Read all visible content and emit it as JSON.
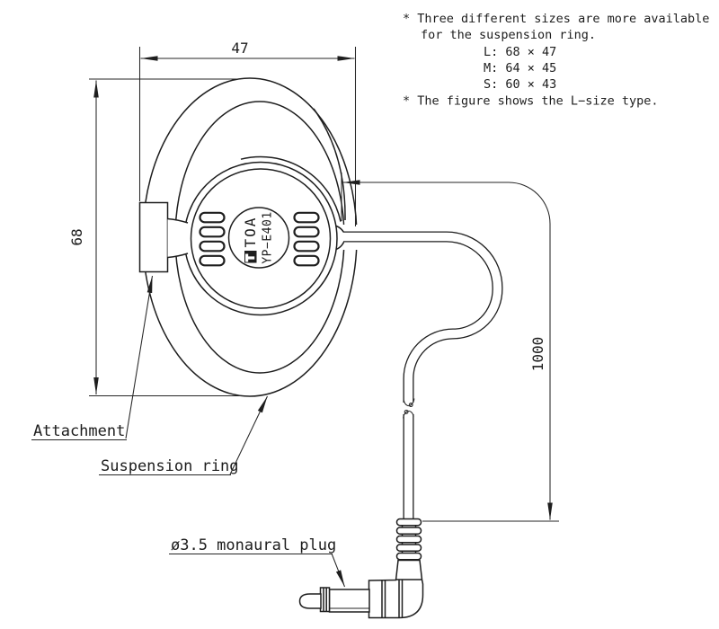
{
  "notes": {
    "lines": [
      "* Three different sizes are more available",
      "for the suspension ring.",
      "L: 68 × 47",
      "M: 64 × 45",
      "S: 60 × 43",
      "* The figure shows the L−size type."
    ]
  },
  "dimensions": {
    "ring_width": "47",
    "ring_height": "68",
    "cable_length": "1000"
  },
  "labels": {
    "attachment": "Attachment",
    "suspension_ring": "Suspension ring",
    "plug": "ø3.5 monaural plug"
  },
  "device": {
    "brand": "TOA",
    "model": "YP−E401"
  }
}
